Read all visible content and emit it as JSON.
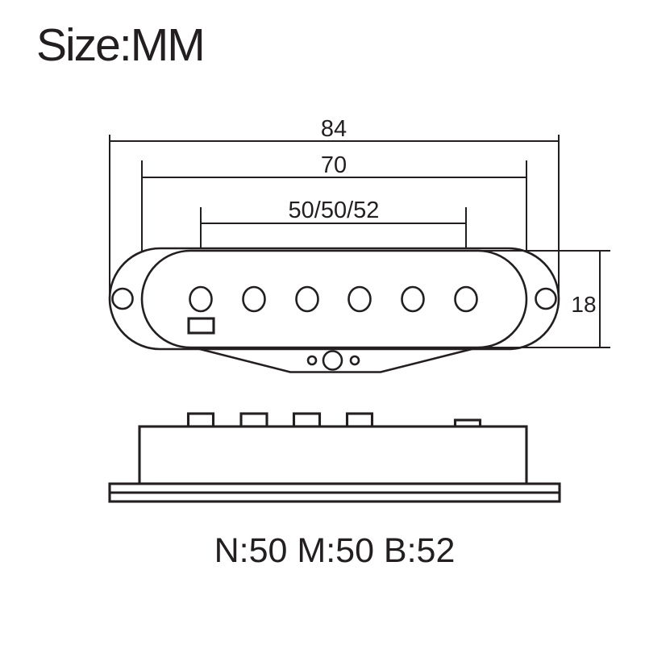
{
  "title": "Size:MM",
  "colors": {
    "line": "#231f20",
    "background": "#ffffff"
  },
  "top_view": {
    "dim_overall_width": "84",
    "dim_cover_width": "70",
    "dim_pole_spread": "50/50/52",
    "dim_height": "18",
    "pole_count": 6
  },
  "footer": {
    "pole_spacing_note": "N:50 M:50 B:52"
  }
}
